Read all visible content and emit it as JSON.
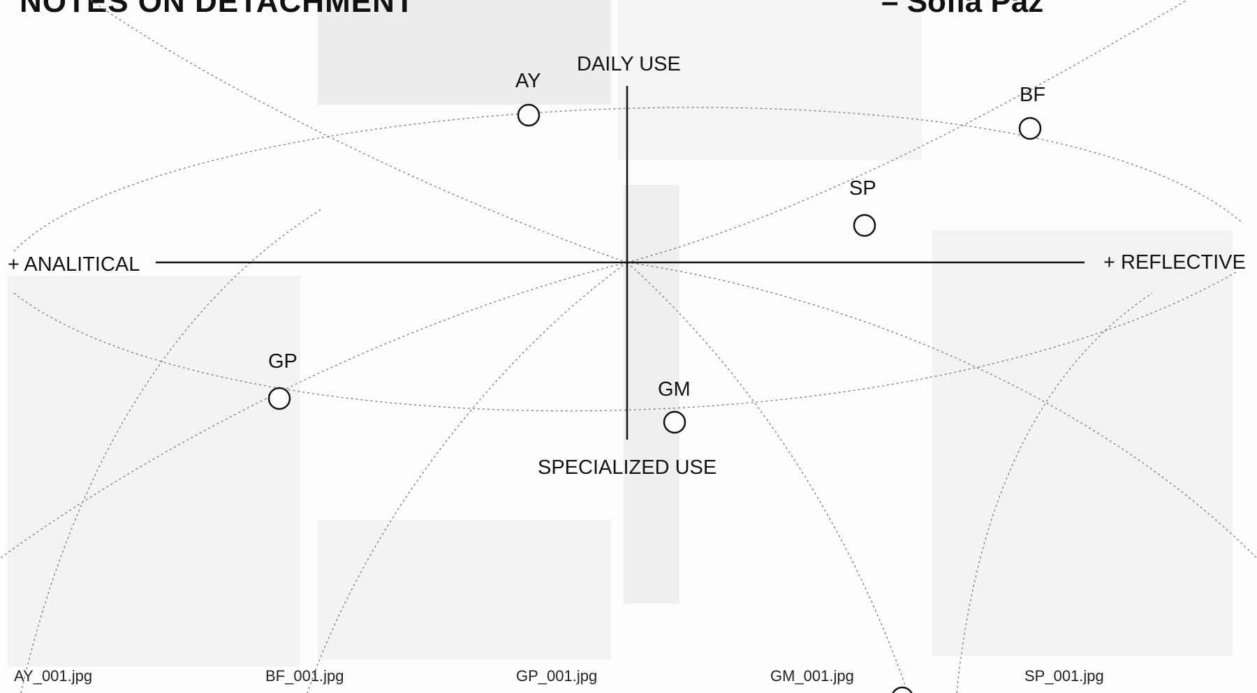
{
  "header": {
    "title": "NOTES ON DETACHMENT",
    "author": "– Sofia Paz"
  },
  "axes": {
    "top": "DAILY USE",
    "bottom": "SPECIALIZED USE",
    "left": "+ ANALITICAL",
    "right": "+ REFLECTIVE"
  },
  "points": [
    {
      "id": "AY",
      "label": "AY"
    },
    {
      "id": "BF",
      "label": "BF"
    },
    {
      "id": "SP",
      "label": "SP"
    },
    {
      "id": "GP",
      "label": "GP"
    },
    {
      "id": "GM",
      "label": "GM"
    }
  ],
  "files": [
    "AY_001.jpg",
    "BF_001.jpg",
    "GP_001.jpg",
    "GM_001.jpg",
    "SP_001.jpg"
  ],
  "colors": {
    "ink": "#111111",
    "dotted": "#777777",
    "ghost": "#cccccc"
  }
}
